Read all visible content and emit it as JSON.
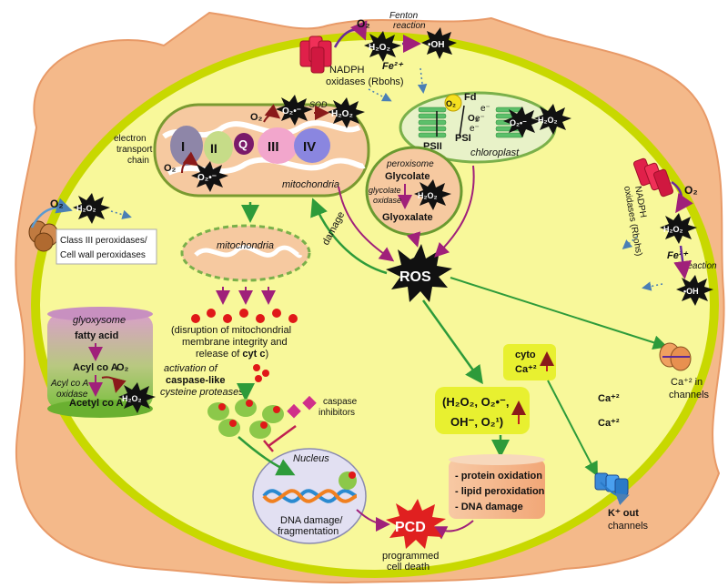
{
  "nadph_top": {
    "o2": "O₂",
    "h2o2": "H₂O₂",
    "fenton_1": "Fenton",
    "fenton_2": "reaction",
    "fe": "Fe²⁺",
    "oh": "•OH",
    "label_1": "NADPH",
    "label_2": "oxidases (Rbohs)"
  },
  "mitochondria_etc": {
    "etc_label_1": "electron",
    "etc_label_2": "transport",
    "etc_label_3": "chain",
    "complexes": [
      "I",
      "II",
      "Q",
      "III",
      "IV"
    ],
    "o2_a": "O₂",
    "sup_a": "O₂•⁻",
    "sod": "SOD",
    "h2o2": "H₂O₂",
    "o2_b": "O₂",
    "sup_b": "O₂•⁻",
    "name": "mitochondria"
  },
  "chloroplast": {
    "o2_top": "O₂",
    "fd": "Fd",
    "e1": "e⁻",
    "e2": "e⁻",
    "e3": "e⁻",
    "psii": "PSII",
    "psi": "PSI",
    "o2": "O₂",
    "sup": "O₂•⁻",
    "h2o2": "H₂O₂",
    "name": "chloroplast"
  },
  "peroxisome": {
    "title": "peroxisome",
    "glycolate": "Glycolate",
    "enzyme_1": "glycolate",
    "enzyme_2": "oxidase",
    "glyoxalate": "Glyoxalate"
  },
  "cell_wall_perox": {
    "o2": "O₂",
    "h2o2": "H₂O₂",
    "label_1": "Class III peroxidases/",
    "label_2": "Cell wall peroxidases"
  },
  "damage_label": "damage",
  "ros_label": "ROS",
  "mito_swollen": {
    "name": "mitochondria"
  },
  "cytc": {
    "line_1": "(disruption of mitochondrial",
    "line_2": "membrane integrity and",
    "line_3_pre": "release of ",
    "line_3_bold": "cyt c",
    "line_3_post": ")"
  },
  "caspase": {
    "line_1": "activation of",
    "line_2": "caspase-like",
    "line_3": "cysteine proteases",
    "inhibitors_1": "caspase",
    "inhibitors_2": "inhibitors"
  },
  "glyoxysome": {
    "title": "glyoxysome",
    "fatty_acid": "fatty acid",
    "acyl": "Acyl co A",
    "enzyme_1": "Acyl co A",
    "enzyme_2": "oxidase",
    "o2": "O₂",
    "h2o2": "H₂O₂",
    "acetyl": "Acetyl co A"
  },
  "nucleus": {
    "title": "Nucleus",
    "line_1": "DNA damage/",
    "line_2": "fragmentation"
  },
  "ros_species": {
    "line_1": "(H₂O₂, O₂•⁻,",
    "line_2": "OH⁻, O₂¹)"
  },
  "cyto_ca": {
    "line_1": "cyto",
    "line_2": "Ca⁺²"
  },
  "effects": [
    "- protein oxidation",
    "- lipid peroxidation",
    "- DNA damage"
  ],
  "pcd": {
    "label": "PCD",
    "line_1": "programmed",
    "line_2": "cell death"
  },
  "nadph_right": {
    "o2": "O₂",
    "h2o2": "H₂O₂",
    "fe": "Fe²⁺",
    "reaction": "reaction",
    "oh": "•OH",
    "label_1": "NADPH",
    "label_2": "oxidases (Rbohs)"
  },
  "ca_channels": {
    "line_1": "Ca⁺² in",
    "line_2": "channels",
    "ca_a": "Ca⁺²",
    "ca_b": "Ca⁺²"
  },
  "k_channels": {
    "line_1": "K⁺ out",
    "line_2": "channels"
  },
  "colors": {
    "wall": "#f4b98a",
    "membrane": "#c8d800",
    "cytoplasm": "#f8f89a",
    "arrow_green": "#2e9b3a",
    "arrow_purple": "#a0207a",
    "pcd_red": "#e02020"
  }
}
